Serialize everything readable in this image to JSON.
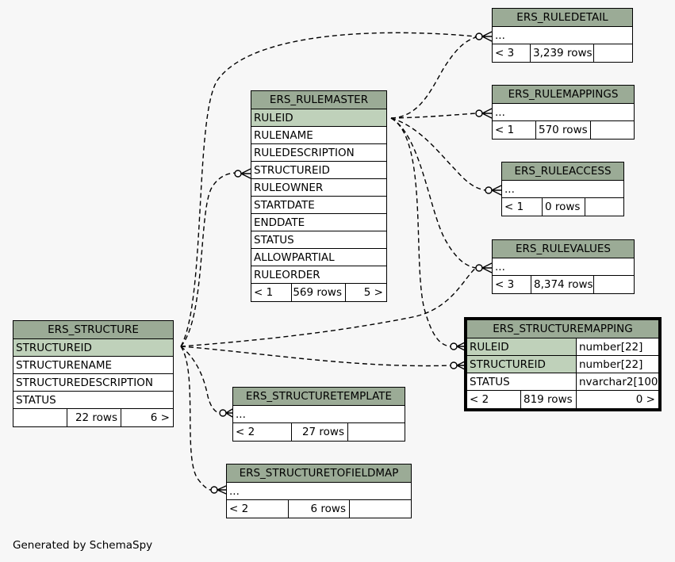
{
  "footer": "Generated by SchemaSpy",
  "tables": {
    "ers_structure": {
      "name": "ERS_STRUCTURE",
      "columns": [
        "STRUCTUREID",
        "STRUCTURENAME",
        "STRUCTUREDESCRIPTION",
        "STATUS"
      ],
      "primary_key": "STRUCTUREID",
      "parents": "",
      "rows": "22 rows",
      "children": "6 >"
    },
    "ers_rulemaster": {
      "name": "ERS_RULEMASTER",
      "columns": [
        "RULEID",
        "RULENAME",
        "RULEDESCRIPTION",
        "STRUCTUREID",
        "RULEOWNER",
        "STARTDATE",
        "ENDDATE",
        "STATUS",
        "ALLOWPARTIAL",
        "RULEORDER"
      ],
      "primary_key": "RULEID",
      "parents": "< 1",
      "rows": "569 rows",
      "children": "5 >"
    },
    "ers_ruledetail": {
      "name": "ERS_RULEDETAIL",
      "columns": [
        "..."
      ],
      "parents": "< 3",
      "rows": "3,239 rows",
      "children": ""
    },
    "ers_rulemappings": {
      "name": "ERS_RULEMAPPINGS",
      "columns": [
        "..."
      ],
      "parents": "< 1",
      "rows": "570 rows",
      "children": ""
    },
    "ers_ruleaccess": {
      "name": "ERS_RULEACCESS",
      "columns": [
        "..."
      ],
      "parents": "< 1",
      "rows": "0 rows",
      "children": ""
    },
    "ers_rulevalues": {
      "name": "ERS_RULEVALUES",
      "columns": [
        "..."
      ],
      "parents": "< 3",
      "rows": "8,374 rows",
      "children": ""
    },
    "ers_structuremapping": {
      "name": "ERS_STRUCTUREMAPPING",
      "columns": [
        {
          "name": "RULEID",
          "type": "number[22]",
          "key": true
        },
        {
          "name": "STRUCTUREID",
          "type": "number[22]",
          "key": true
        },
        {
          "name": "STATUS",
          "type": "nvarchar2[100]",
          "key": false
        }
      ],
      "parents": "< 2",
      "rows": "819 rows",
      "children": "0 >"
    },
    "ers_structuretemplate": {
      "name": "ERS_STRUCTURETEMPLATE",
      "columns": [
        "..."
      ],
      "parents": "< 2",
      "rows": "27 rows",
      "children": ""
    },
    "ers_structuretofieldmap": {
      "name": "ERS_STRUCTURETOFIELDMAP",
      "columns": [
        "..."
      ],
      "parents": "< 2",
      "rows": "6 rows",
      "children": ""
    }
  },
  "relationships": [
    {
      "from": "ers_structure.STRUCTUREID",
      "to": "ers_ruledetail"
    },
    {
      "from": "ers_structure.STRUCTUREID",
      "to": "ers_rulemaster.STRUCTUREID"
    },
    {
      "from": "ers_structure.STRUCTUREID",
      "to": "ers_rulevalues"
    },
    {
      "from": "ers_structure.STRUCTUREID",
      "to": "ers_structuremapping.STRUCTUREID"
    },
    {
      "from": "ers_structure.STRUCTUREID",
      "to": "ers_structuretemplate"
    },
    {
      "from": "ers_structure.STRUCTUREID",
      "to": "ers_structuretofieldmap"
    },
    {
      "from": "ers_rulemaster.RULEID",
      "to": "ers_ruledetail"
    },
    {
      "from": "ers_rulemaster.RULEID",
      "to": "ers_rulemappings"
    },
    {
      "from": "ers_rulemaster.RULEID",
      "to": "ers_ruleaccess"
    },
    {
      "from": "ers_rulemaster.RULEID",
      "to": "ers_rulevalues"
    },
    {
      "from": "ers_rulemaster.RULEID",
      "to": "ers_structuremapping.RULEID"
    }
  ],
  "colors": {
    "header": "#9bab96",
    "key_row": "#bfd1ba",
    "background": "#f7f7f7"
  }
}
